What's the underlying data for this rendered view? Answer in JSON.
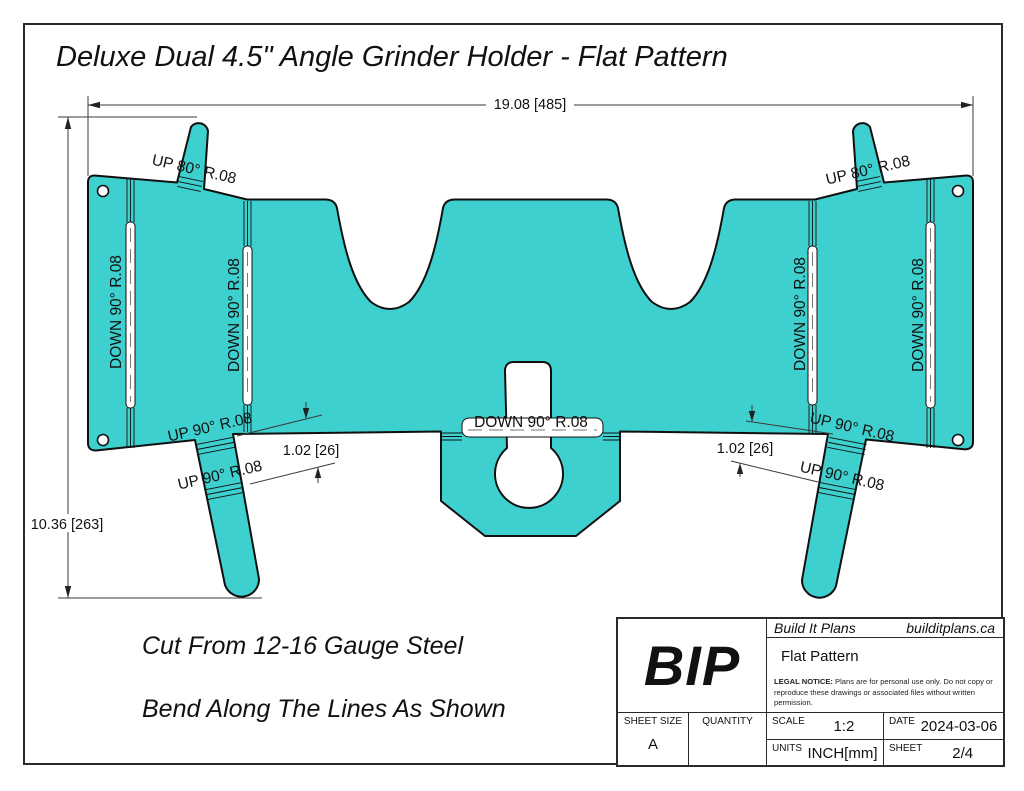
{
  "drawing": {
    "title": "Deluxe Dual 4.5\" Angle Grinder Holder - Flat Pattern",
    "notes": {
      "note1": "Cut From 12-16 Gauge Steel",
      "note2": "Bend Along The Lines As Shown"
    },
    "dims": {
      "overall_width": "19.08 [485]",
      "overall_height": "10.36 [263]",
      "bend_offset_left": "1.02 [26]",
      "bend_offset_right": "1.02 [26]"
    },
    "bends": {
      "up80_left": "UP 80° R.08",
      "up80_right": "UP 80° R.08",
      "down90_col1": "DOWN 90° R.08",
      "down90_col2": "DOWN 90° R.08",
      "down90_col3": "DOWN 90° R.08",
      "down90_col4": "DOWN 90° R.08",
      "down90_center": "DOWN 90° R.08",
      "up90_left_upper": "UP 90° R.08",
      "up90_left_lower": "UP 90° R.08",
      "up90_right_upper": "UP 90° R.08",
      "up90_right_lower": "UP 90° R.08"
    },
    "colors": {
      "part_fill": "#3ed0ce",
      "outline": "#101010",
      "dim_line": "#3a3a3a"
    }
  },
  "title_block": {
    "logo": "BIP",
    "company": "Build It Plans",
    "website": "builditplans.ca",
    "drawing_title": "Flat Pattern",
    "legal_label": "LEGAL NOTICE:",
    "legal_text": " Plans are for personal use only. Do not copy or reproduce these drawings or associated files without written permission.",
    "sheet_size_label": "SHEET SIZE",
    "sheet_size_value": "A",
    "quantity_label": "QUANTITY",
    "scale_label": "SCALE",
    "scale_value": "1:2",
    "date_label": "DATE",
    "date_value": "2024-03-06",
    "units_label": "UNITS",
    "units_value": "INCH[mm]",
    "sheet_label": "SHEET",
    "sheet_value": "2/4"
  }
}
